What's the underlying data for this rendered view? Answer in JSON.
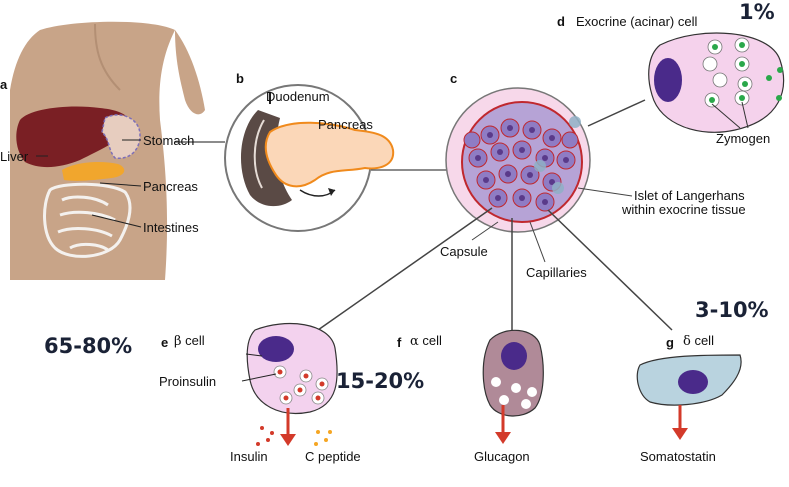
{
  "panels": {
    "a": "a",
    "b": "b",
    "c": "c",
    "d": "d",
    "e": "e",
    "f": "f",
    "g": "g"
  },
  "body_labels": {
    "liver": "Liver",
    "stomach": "Stomach",
    "pancreas": "Pancreas",
    "intestines": "Intestines"
  },
  "closeup_labels": {
    "duodenum": "Duodenum",
    "pancreas": "Pancreas"
  },
  "islet_labels": {
    "islet_line1": "Islet of Langerhans",
    "islet_line2": "within exocrine tissue",
    "capsule": "Capsule",
    "capillaries": "Capillaries"
  },
  "cells": {
    "acinar": {
      "label": "Exocrine (acinar) cell",
      "product": "Zymogen",
      "percent": "1%"
    },
    "beta": {
      "greek": "β",
      "word": "cell",
      "granule_label": "Proinsulin",
      "percent": "65-80%",
      "product1": "Insulin",
      "product2": "C peptide"
    },
    "alpha": {
      "greek": "α",
      "word": "cell",
      "percent": "15-20%",
      "product": "Glucagon"
    },
    "delta": {
      "greek": "δ",
      "word": "cell",
      "percent": "3-10%",
      "product": "Somatostatin"
    }
  },
  "colors": {
    "skin": "#c8a488",
    "liver": "#7a1f24",
    "pancreas_orange": "#f5a623",
    "islet_pink": "#f7d8ea",
    "capillary_red": "#c0282e",
    "nucleus_purple": "#4a2a8a",
    "beta_fill": "#f3d2ee",
    "alpha_fill": "#b08a98",
    "delta_fill": "#b9d3df",
    "arrow_red": "#d33a2a",
    "zymogen_green": "#2aa84a"
  }
}
